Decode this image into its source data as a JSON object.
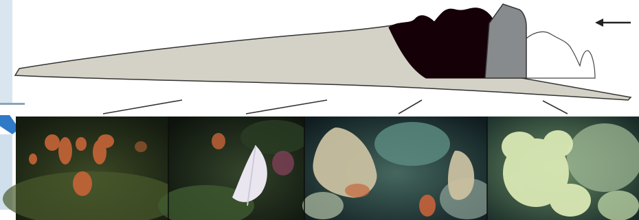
{
  "diagram": {
    "arrow": {
      "direction": "left",
      "color": "#222222"
    },
    "reef_profile": {
      "colors": {
        "sediment_ramp": "#d4d2c6",
        "dead_coral_framework": "#150007",
        "rock_block": "#878b8e",
        "live_coral_outline": "#444444",
        "outline": "#333333"
      }
    },
    "photo_panels": [
      {
        "id": "panel-1",
        "palette": {
          "sea": "#1c2616",
          "floor": "#46522b",
          "coral": "#c76437"
        }
      },
      {
        "id": "panel-2",
        "palette": {
          "sea": "#141c12",
          "floor": "#2c3a25",
          "coral": "#e9e6f0"
        }
      },
      {
        "id": "panel-3",
        "palette": {
          "sea": "#152328",
          "floor": "#3a5a54",
          "coral": "#c9c0a0"
        }
      },
      {
        "id": "panel-4",
        "palette": {
          "sea": "#1e3430",
          "floor": "#5f7f5c",
          "coral": "#d9e8b4"
        }
      }
    ],
    "left_edge_fragment": {
      "fill": "#d9e6ef",
      "accent": "#2f7ac6"
    }
  }
}
